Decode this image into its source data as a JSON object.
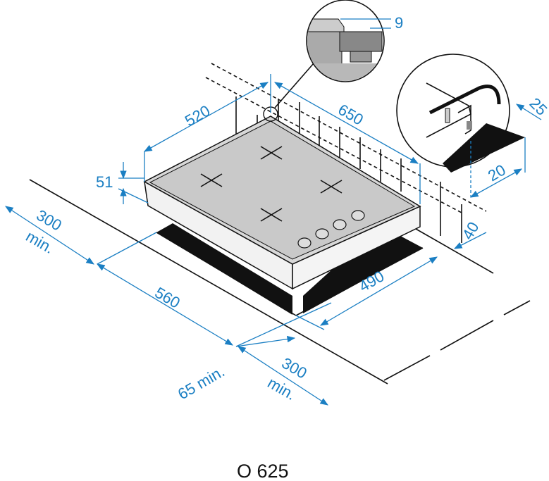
{
  "model": "O 625",
  "dimensions": {
    "width": "520",
    "depth": "650",
    "height": "51",
    "left_clearance": "300",
    "left_clearance_suffix": "min.",
    "cutout_width": "560",
    "cutout_depth": "490",
    "front_clearance": "65 min.",
    "right_clearance": "300",
    "right_clearance_suffix": "min.",
    "seal": "9",
    "wall_offset": "25",
    "edge_offset": "20",
    "wall_distance": "40"
  },
  "colors": {
    "dimension": "#1b7fc3",
    "hob_top": "#c9c9c9"
  }
}
